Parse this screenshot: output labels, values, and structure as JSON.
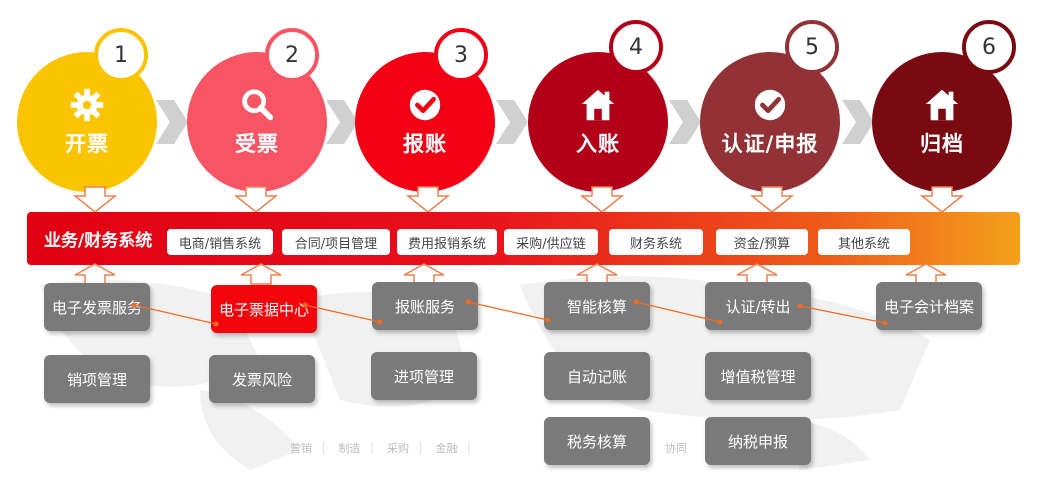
{
  "steps": [
    {
      "num": "1",
      "label": "开票",
      "icon": "gear-icon",
      "color": "#fbc400"
    },
    {
      "num": "2",
      "label": "受票",
      "icon": "search-icon",
      "color": "#f85564"
    },
    {
      "num": "3",
      "label": "报账",
      "icon": "check-circle-icon",
      "color": "#f30014"
    },
    {
      "num": "4",
      "label": "入账",
      "icon": "home-icon",
      "color": "#b10018"
    },
    {
      "num": "5",
      "label": "认证/申报",
      "icon": "check-circle-icon",
      "color": "#933236"
    },
    {
      "num": "6",
      "label": "归档",
      "icon": "home-icon",
      "color": "#7a0a12"
    }
  ],
  "band": {
    "title": "业务/财务系统",
    "systems": [
      "电商/销售系统",
      "合同/项目管理",
      "费用报销系统",
      "采购/供应链",
      "财务系统",
      "资金/预算",
      "其他系统"
    ]
  },
  "services": {
    "row1": [
      "电子发票服务",
      "电子票据中心",
      "报账服务",
      "智能核算",
      "认证/转出",
      "电子会计档案"
    ],
    "row2": [
      "销项管理",
      "发票风险",
      "进项管理",
      "自动记账",
      "增值税管理"
    ],
    "row3": [
      "税务核算",
      "纳税申报"
    ]
  },
  "industries": [
    "营销",
    "制造",
    "采购",
    "金融",
    "",
    "",
    "协同"
  ],
  "colors": {
    "band_start": "#e00011",
    "band_end": "#f4a01c",
    "service_gray": "#7a7a7a",
    "highlight_red": "#f2060c",
    "connector": "#f36b21"
  }
}
